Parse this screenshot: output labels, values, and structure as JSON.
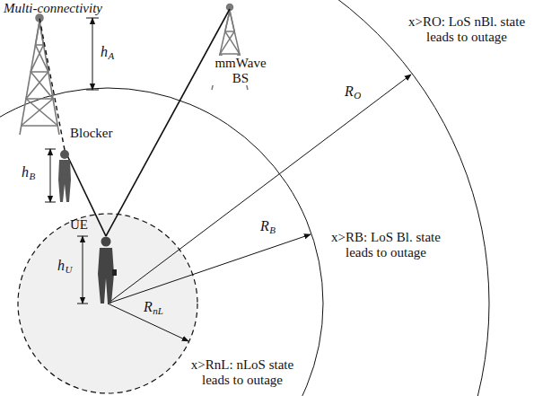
{
  "diagram": {
    "title": "Multi-connectivity",
    "labels": [
      "hA",
      "mmWave BS",
      "Blocker",
      "RO",
      "x>RO: LoS nBl. state leads to outage",
      "hB",
      "UE",
      "x>RB: LoS Bl. state leads to outage",
      "hU",
      "RB",
      "RnL",
      "x>RnL: nLoS state leads to outage"
    ]
  }
}
